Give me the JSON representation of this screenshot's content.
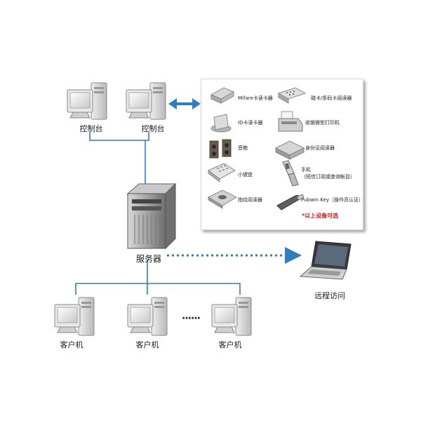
{
  "nodes": {
    "console_left": "控制台",
    "console_right": "控制台",
    "server": "服务器",
    "remote": "远程访问",
    "client_1": "客户机",
    "client_2": "客户机",
    "client_3": "客户机",
    "ellipsis": "······"
  },
  "devices": [
    "Mifare卡读卡器",
    "磁卡/条码卡阅读器",
    "ID卡读卡器",
    "收银微型打印机",
    "音箱",
    "身份证阅读器",
    "小键盘",
    "手机",
    "（短信订阅或查询帐目）",
    "指纹阅读器",
    "Pubwin Key（操作员认证）"
  ],
  "note": "*以上设备可选",
  "colors": {
    "line": "#2f7fc0",
    "note": "#e01818"
  }
}
